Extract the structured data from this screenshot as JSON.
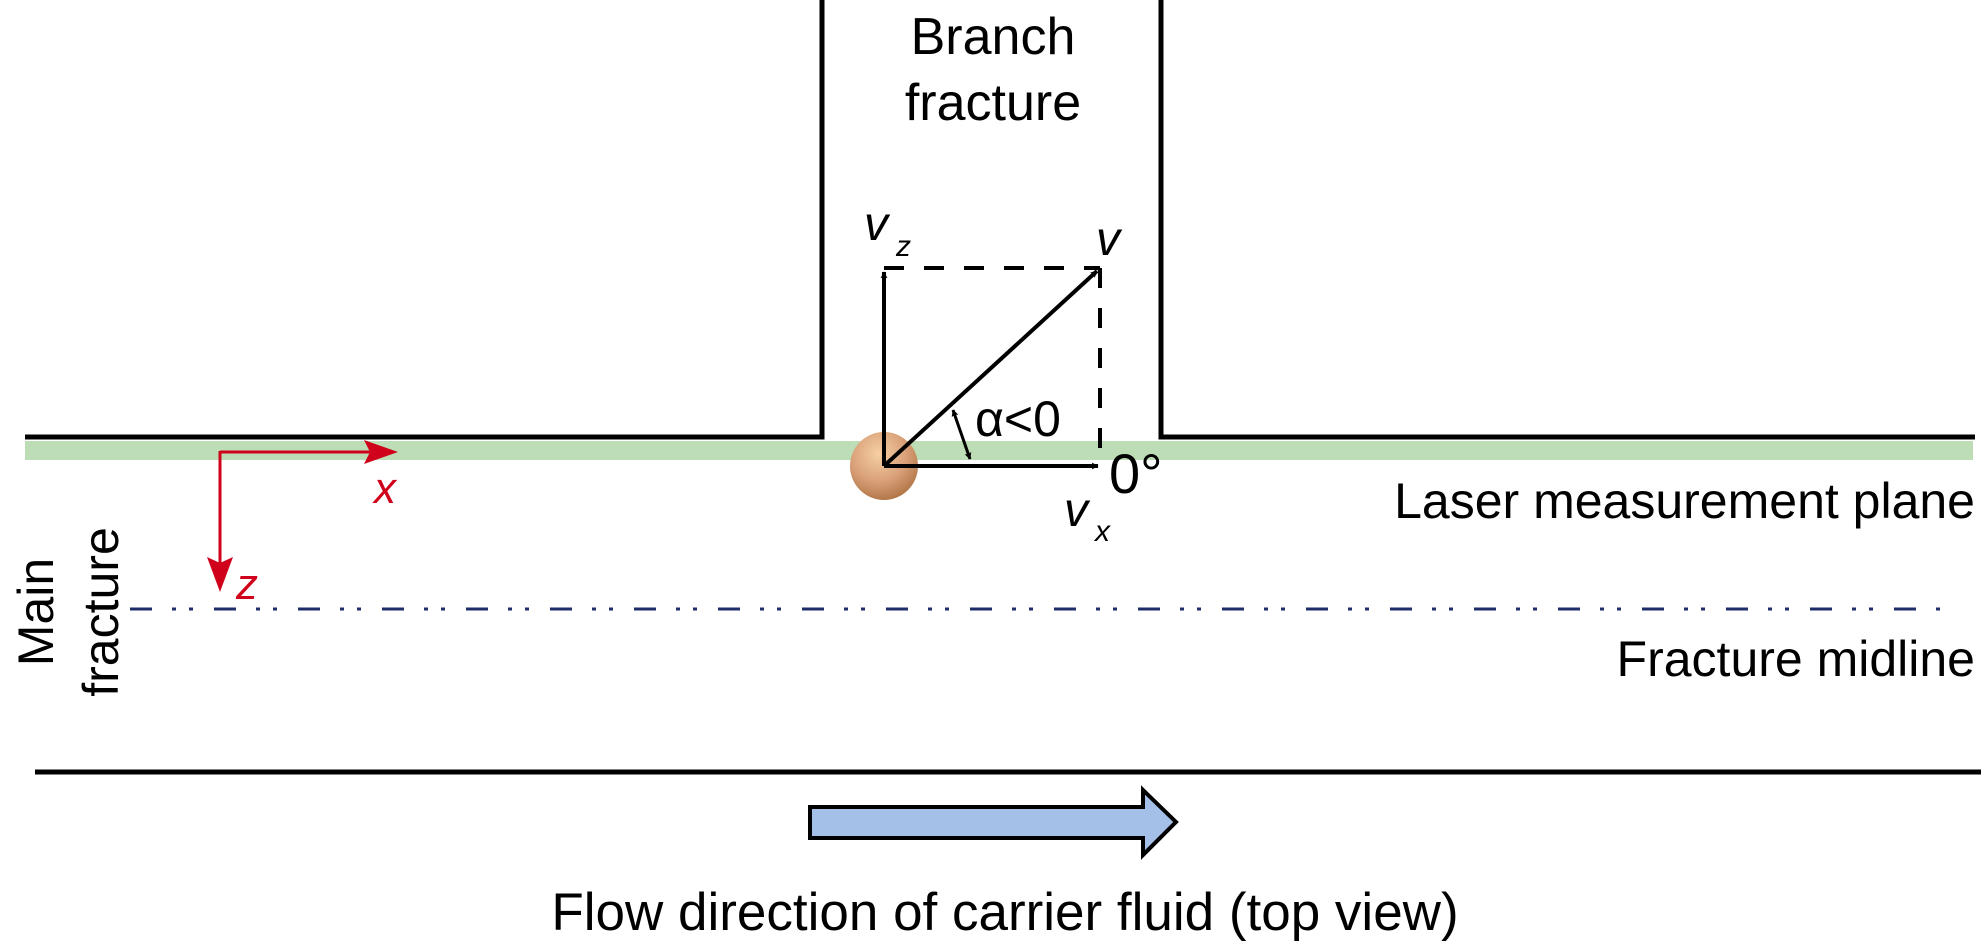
{
  "labels": {
    "branch_fracture_line1": "Branch",
    "branch_fracture_line2": "fracture",
    "main_fracture_line1": "Main",
    "main_fracture_line2": "fracture",
    "laser_plane": "Laser measurement plane",
    "fracture_midline": "Fracture midline",
    "flow_caption": "Flow direction of carrier fluid (top view)"
  },
  "vectors": {
    "v": "v",
    "vz_base": "v",
    "vz_sub": "z",
    "vx_base": "v",
    "vx_sub": "x",
    "angle_label": "α<0",
    "reference_angle": "0°"
  },
  "axes": {
    "x_label": "x",
    "z_label": "z"
  },
  "colors": {
    "wall": "#000000",
    "laser_plane": "#BCDDB5",
    "axis_red": "#D0021B",
    "midline": "#1F2D6B",
    "flow_arrow_fill": "#A4BFE8",
    "particle": "#D9A078"
  }
}
